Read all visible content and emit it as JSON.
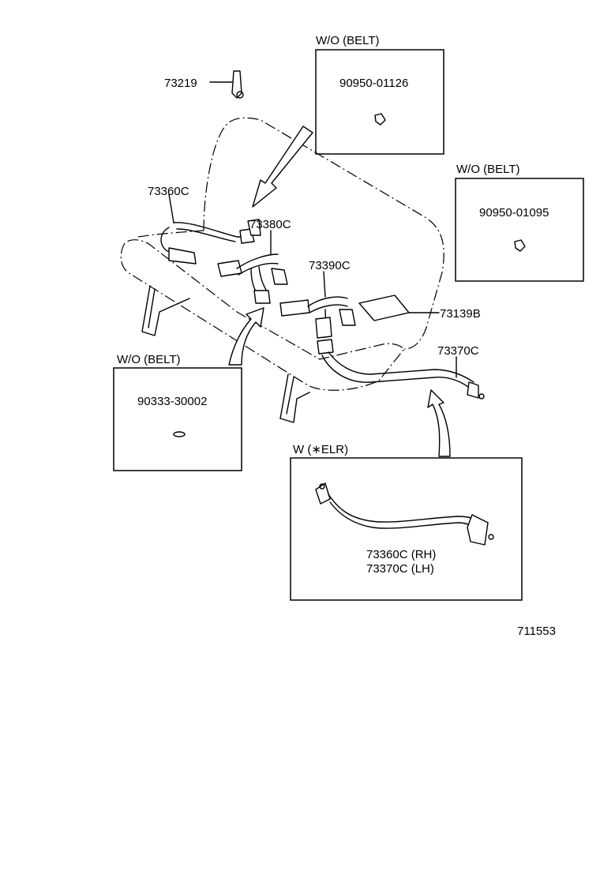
{
  "figure_id": "711553",
  "callouts": {
    "c73219": "73219",
    "c73360c": "73360C",
    "c73380c": "73380C",
    "c73390c": "73390C",
    "c73139b": "73139B",
    "c73370c": "73370C"
  },
  "inset_top": {
    "title": "W/O (BELT)",
    "part": "90950-01126"
  },
  "inset_right": {
    "title": "W/O (BELT)",
    "part": "90950-01095"
  },
  "inset_left": {
    "title": "W/O (BELT)",
    "part": "90333-30002"
  },
  "inset_elr": {
    "title": "W (∗ELR)",
    "part_rh": "73360C (RH)",
    "part_lh": "73370C (LH)"
  }
}
